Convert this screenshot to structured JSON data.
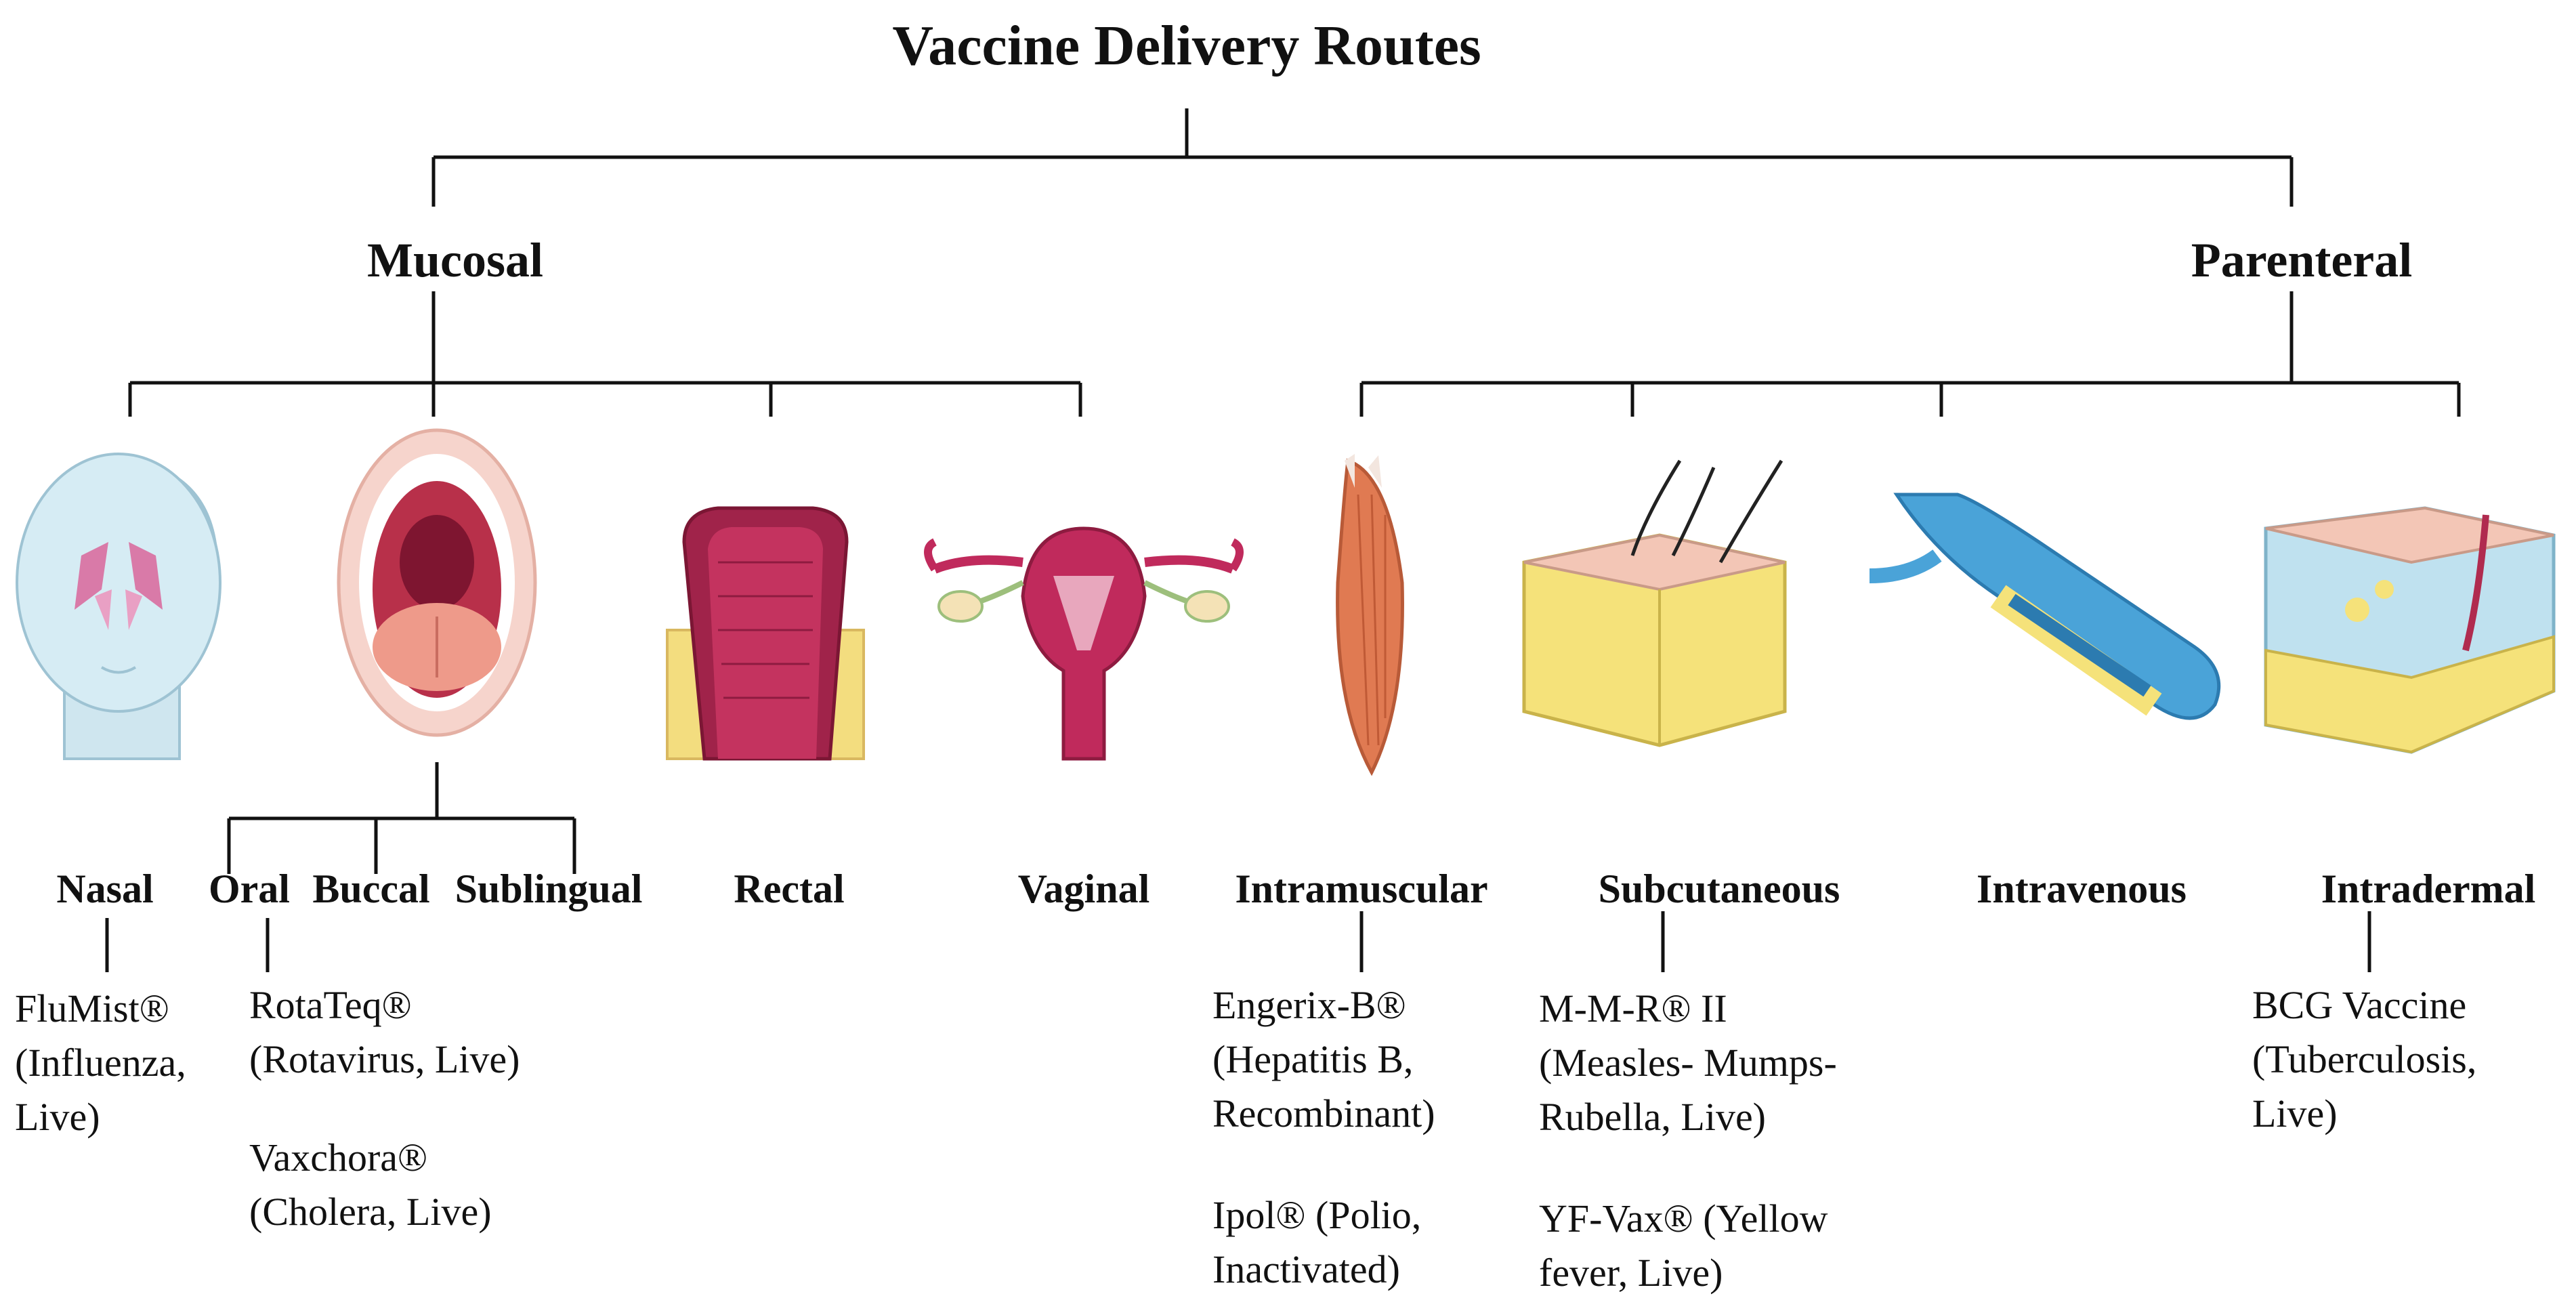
{
  "title": "Vaccine Delivery Routes",
  "categories": {
    "mucosal": "Mucosal",
    "parenteral": "Parenteral"
  },
  "routes": {
    "nasal": "Nasal",
    "oral": "Oral",
    "buccal": "Buccal",
    "sublingual": "Sublingual",
    "rectal": "Rectal",
    "vaginal": "Vaginal",
    "intramuscular": "Intramuscular",
    "subcutaneous": "Subcutaneous",
    "intravenous": "Intravenous",
    "intradermal": "Intradermal"
  },
  "examples": {
    "nasal": [
      "FluMist®",
      "(Influenza,",
      "Live)"
    ],
    "oral_1": [
      "RotaTeq®",
      "(Rotavirus, Live)"
    ],
    "oral_2": [
      "Vaxchora®",
      "(Cholera, Live)"
    ],
    "intramuscular_1": [
      "Engerix-B®",
      "(Hepatitis B,",
      "Recombinant)"
    ],
    "intramuscular_2": [
      "Ipol® (Polio,",
      "Inactivated)"
    ],
    "subcutaneous_1": [
      "M-M-R® II",
      "(Measles- Mumps-",
      "Rubella, Live)"
    ],
    "subcutaneous_2": [
      "YF-Vax® (Yellow",
      "fever, Live)"
    ],
    "intradermal": [
      "BCG Vaccine",
      "(Tuberculosis,",
      "Live)"
    ]
  },
  "colors": {
    "head": "#cfe6ef",
    "mouth": "#b8304a",
    "rectum": "#a0234a",
    "uterus": "#c02a5c",
    "muscle": "#e07a52",
    "fat": "#f5e27a",
    "skin": "#f3c6b6",
    "vein": "#4aa3d8"
  }
}
